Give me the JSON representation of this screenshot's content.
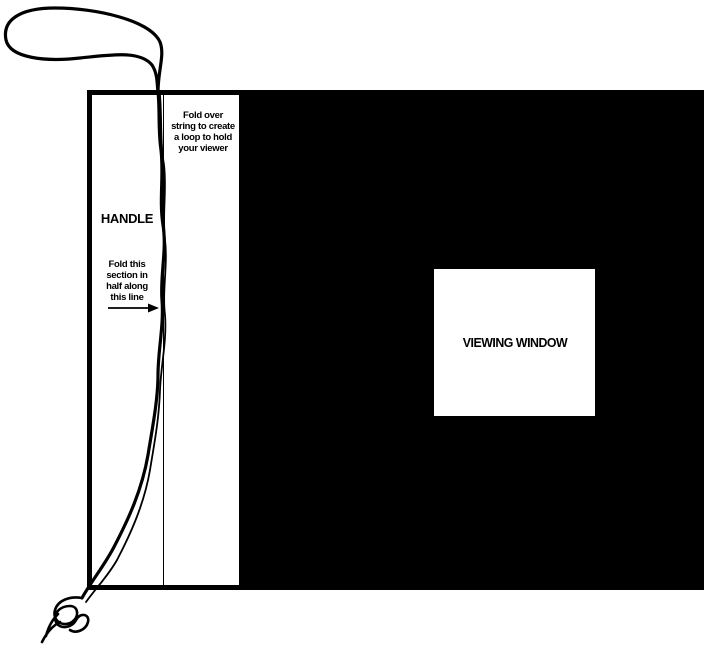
{
  "diagram": {
    "handle_title": "HANDLE",
    "handle_note": "Fold this\nsection in\nhalf along\nthis line",
    "loop_note": "Fold over\nstring to create\na loop to hold\nyour viewer",
    "viewing_window_label": "VIEWING WINDOW"
  },
  "colors": {
    "panel": "#000000",
    "background": "#ffffff"
  },
  "icons": {
    "arrow": "right-arrow-icon",
    "string": "string-loop-icon"
  }
}
